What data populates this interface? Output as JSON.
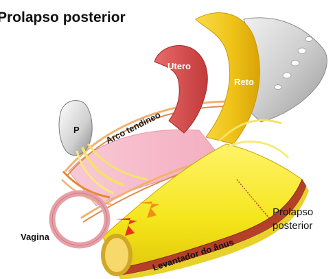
{
  "title": "Prolapso posterior",
  "labels": {
    "uterus": "Utero",
    "rectum": "Reto",
    "pubis": "P",
    "arch": "Arco tendineo",
    "vagina": "Vagina",
    "levator": "Levantador do ânus",
    "prolapse_line1": "Prolapso",
    "prolapse_line2": "posterior"
  },
  "colors": {
    "uterus": "#d94a4a",
    "rectum": "#f0c419",
    "pink_wall": "#f7b8c8",
    "levator": "#f5e61c",
    "vagina_ring": "#e7a0a7",
    "arrow_red": "#e8321f",
    "arrow_orange": "#f28c1a",
    "sacrum": "#c8c8c8"
  }
}
